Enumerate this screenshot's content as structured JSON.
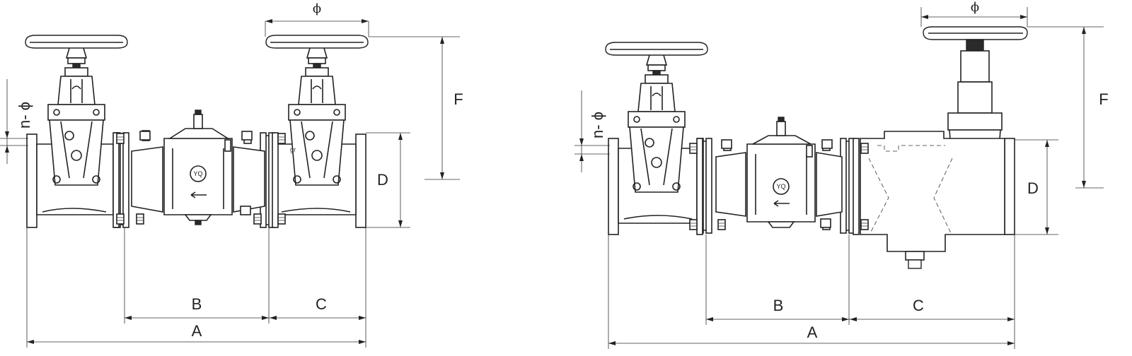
{
  "left_drawing": {
    "dim_A": "A",
    "dim_B": "B",
    "dim_C": "C",
    "dim_D": "D",
    "dim_F": "F",
    "dim_phi": "ϕ",
    "dim_n_phi": "n- ϕ",
    "brand_mark": "YQ",
    "flow_arrow": "⇐"
  },
  "right_drawing": {
    "dim_A": "A",
    "dim_B": "B",
    "dim_C": "C",
    "dim_D": "D",
    "dim_F": "F",
    "dim_phi": "ϕ",
    "dim_n_phi": "n- ϕ",
    "brand_mark": "YQ",
    "flow_arrow": "⇐"
  }
}
